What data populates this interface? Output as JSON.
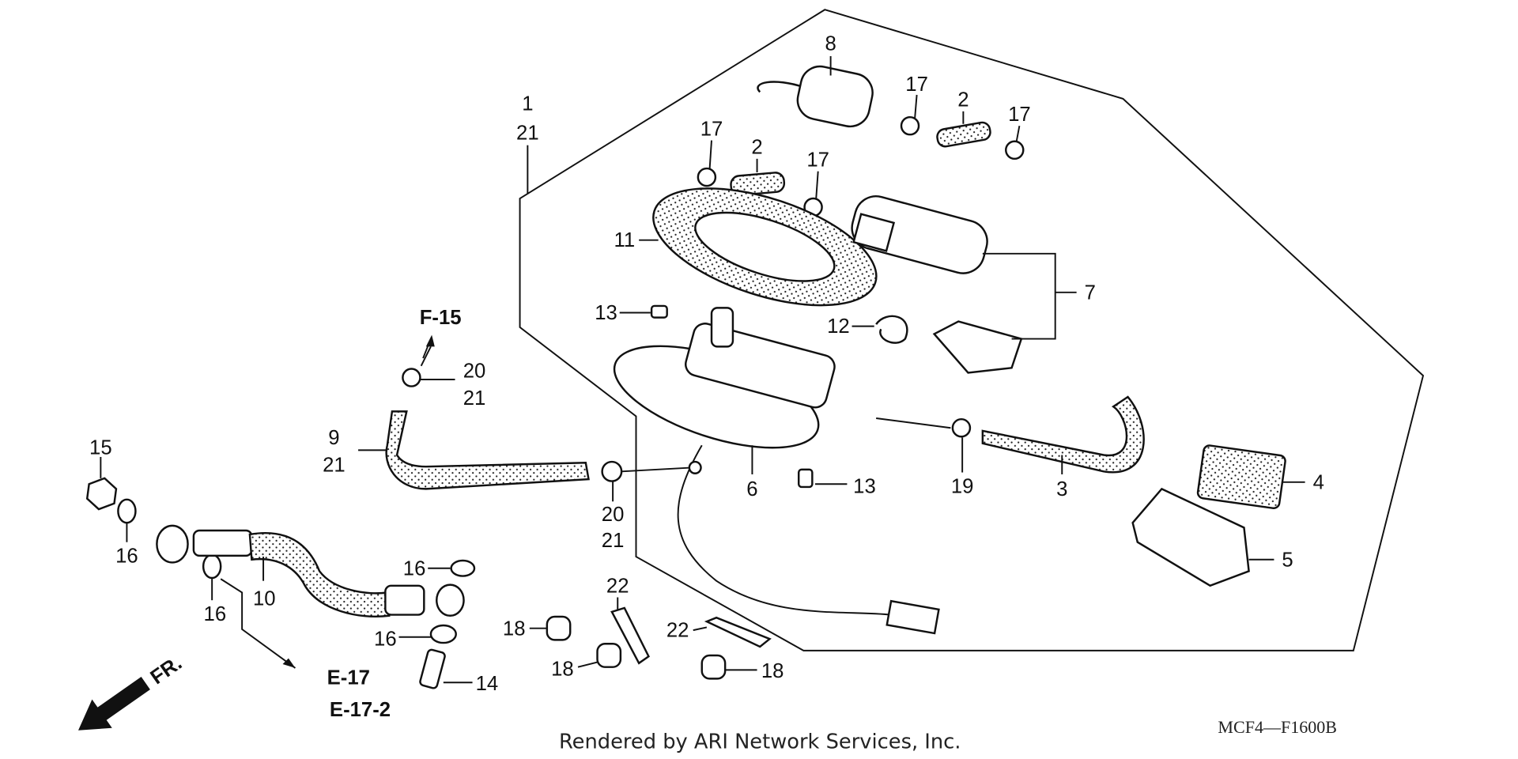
{
  "diagram": {
    "callouts": {
      "c1": "1",
      "c1b": "21",
      "c8": "8",
      "c17a": "17",
      "c2a": "2",
      "c17b": "17",
      "c17c": "17",
      "c2b": "2",
      "c17d": "17",
      "c11": "11",
      "c7": "7",
      "c13a": "13",
      "c12": "12",
      "c20a": "20",
      "c21a": "21",
      "c9": "9",
      "c21b": "21",
      "c15": "15",
      "c16a": "16",
      "c16b": "16",
      "c10": "10",
      "c16c": "16",
      "c16d": "16",
      "c14": "14",
      "c20b": "20",
      "c21c": "21",
      "c6": "6",
      "c13b": "13",
      "c19": "19",
      "c3": "3",
      "c4": "4",
      "c5": "5",
      "c22a": "22",
      "c22b": "22",
      "c18a": "18",
      "c18b": "18",
      "c18c": "18"
    },
    "refs": {
      "f15": "F-15",
      "e17": "E-17",
      "e172": "E-17-2",
      "front": "FR."
    },
    "footer": "Rendered by ARI Network Services, Inc.",
    "diagram_code": "MCF4—F1600B"
  }
}
